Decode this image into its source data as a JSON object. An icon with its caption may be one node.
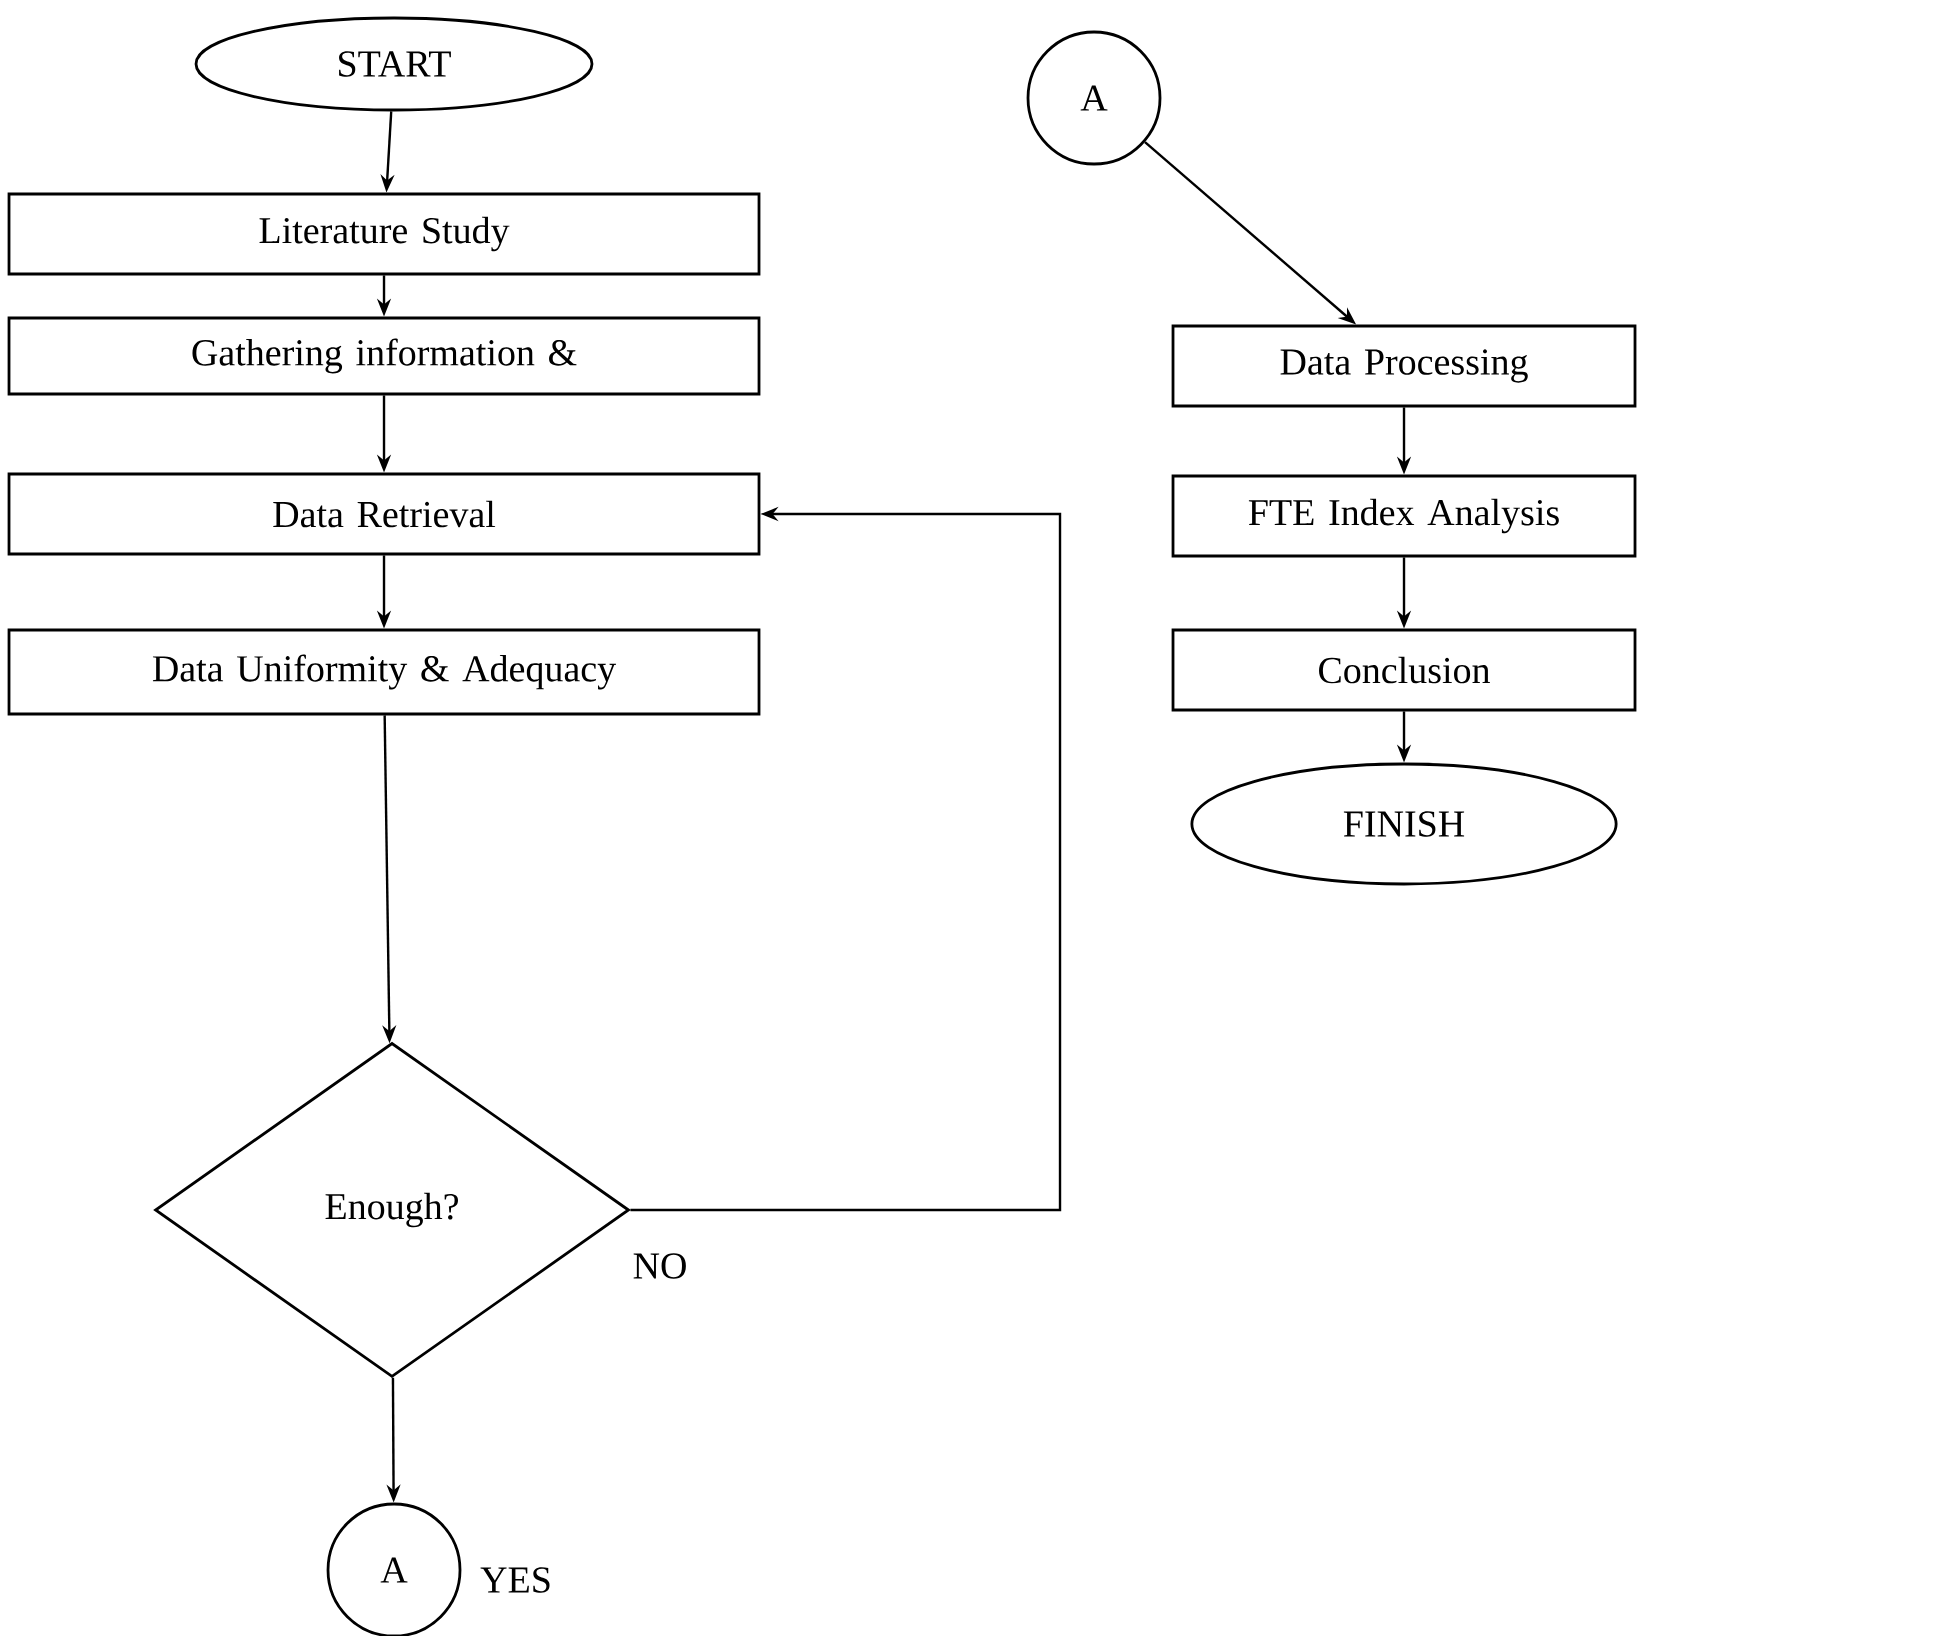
{
  "diagram": {
    "nodes": [
      {
        "text": [
          "START"
        ]
      },
      {
        "text": [
          "Literature Study"
        ]
      },
      {
        "text": [
          "Gathering information &"
        ]
      },
      {
        "text": [
          "Data Retrieval"
        ]
      },
      {
        "text": [
          "Data Uniformity & Adequacy"
        ]
      },
      {
        "text": [
          "Enough?"
        ]
      },
      {
        "text": [
          "A"
        ]
      },
      {
        "text": [
          "A"
        ]
      },
      {
        "text": [
          "Data Processing"
        ]
      },
      {
        "text": [
          "FTE Index Analysis"
        ]
      },
      {
        "text": [
          "Conclusion"
        ]
      },
      {
        "text": [
          "FINISH"
        ]
      }
    ],
    "edges": [
      {
        "from": 0,
        "to": 1,
        "arrow": "to"
      },
      {
        "from": 1,
        "to": 2,
        "arrow": "to"
      },
      {
        "from": 2,
        "to": 3,
        "arrow": "to"
      },
      {
        "from": 3,
        "to": 4,
        "arrow": "to"
      },
      {
        "from": 4,
        "to": 5,
        "arrow": "to"
      },
      {
        "from": 5,
        "to": 6,
        "arrow": "to",
        "label": "YES"
      },
      {
        "from": 5,
        "to": 3,
        "arrow": "to",
        "label": "NO"
      },
      {
        "from": 7,
        "to": 8,
        "arrow": "to"
      },
      {
        "from": 8,
        "to": 9,
        "arrow": "to"
      },
      {
        "from": 9,
        "to": 10,
        "arrow": "to"
      },
      {
        "from": 10,
        "to": 11,
        "arrow": "to"
      }
    ]
  }
}
